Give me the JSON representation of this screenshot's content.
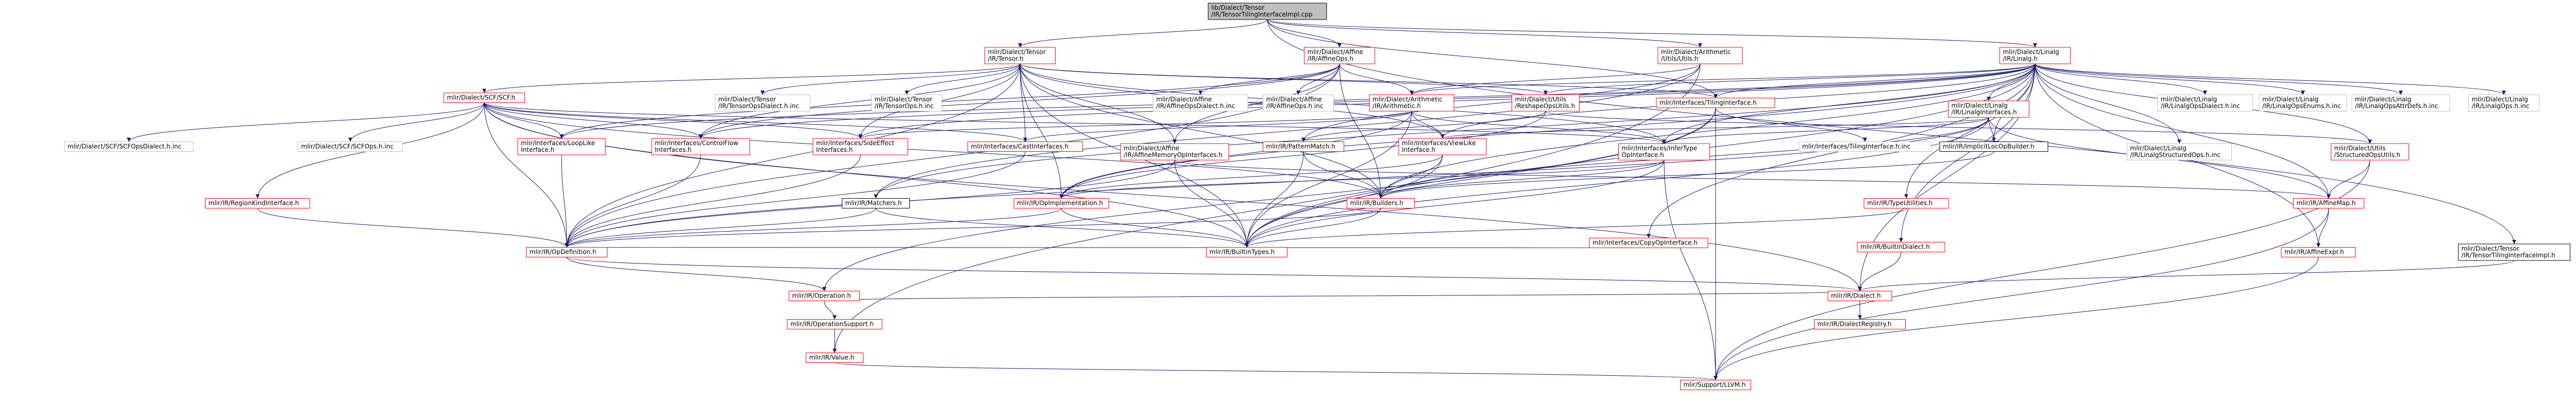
{
  "colors": {
    "edge": "#191970",
    "root_fill": "#bfbfbf",
    "linked_border": "#ff0000",
    "plain_border": "#bfbfbf",
    "text": "#000000"
  },
  "nodes": [
    {
      "id": "root",
      "label": [
        "lib/Dialect/Tensor",
        "/IR/TensorTilingInterfaceImpl.cpp"
      ],
      "style": "root"
    },
    {
      "id": "tensor",
      "label": [
        "mlir/Dialect/Tensor",
        "/IR/Tensor.h"
      ],
      "style": "red"
    },
    {
      "id": "affineops",
      "label": [
        "mlir/Dialect/Affine",
        "/IR/AffineOps.h"
      ],
      "style": "red"
    },
    {
      "id": "arithutils",
      "label": [
        "mlir/Dialect/Arithmetic",
        "/Utils/Utils.h"
      ],
      "style": "red"
    },
    {
      "id": "linalg",
      "label": [
        "mlir/Dialect/Linalg",
        "/IR/Linalg.h"
      ],
      "style": "red"
    },
    {
      "id": "scf",
      "label": [
        "mlir/Dialect/SCF/SCF.h"
      ],
      "style": "red"
    },
    {
      "id": "tensoropsdialect",
      "label": [
        "mlir/Dialect/Tensor",
        "/IR/TensorOpsDialect.h.inc"
      ],
      "style": "plain"
    },
    {
      "id": "tensorops",
      "label": [
        "mlir/Dialect/Tensor",
        "/IR/TensorOps.h.inc"
      ],
      "style": "plain"
    },
    {
      "id": "affineopsdialect",
      "label": [
        "mlir/Dialect/Affine",
        "/IR/AffineOpsDialect.h.inc"
      ],
      "style": "plain"
    },
    {
      "id": "affineopsinc",
      "label": [
        "mlir/Dialect/Affine",
        "/IR/AffineOps.h.inc"
      ],
      "style": "plain"
    },
    {
      "id": "arith",
      "label": [
        "mlir/Dialect/Arithmetic",
        "/IR/Arithmetic.h"
      ],
      "style": "red"
    },
    {
      "id": "reshapeutils",
      "label": [
        "mlir/Dialect/Utils",
        "/ReshapeOpsUtils.h"
      ],
      "style": "red"
    },
    {
      "id": "tiling",
      "label": [
        "mlir/Interfaces/TilingInterface.h"
      ],
      "style": "red"
    },
    {
      "id": "linalginterfaces",
      "label": [
        "mlir/Dialect/Linalg",
        "/IR/LinalgInterfaces.h"
      ],
      "style": "red"
    },
    {
      "id": "linalgopsdialect",
      "label": [
        "mlir/Dialect/Linalg",
        "/IR/LinalgOpsDialect.h.inc"
      ],
      "style": "plain"
    },
    {
      "id": "linalgopsenums",
      "label": [
        "mlir/Dialect/Linalg",
        "/IR/LinalgOpsEnums.h.inc"
      ],
      "style": "plain"
    },
    {
      "id": "linalgattrdefs",
      "label": [
        "mlir/Dialect/Linalg",
        "/IR/LinalgOpsAttrDefs.h.inc"
      ],
      "style": "plain"
    },
    {
      "id": "linalgopsinc",
      "label": [
        "mlir/Dialect/Linalg",
        "/IR/LinalgOps.h.inc"
      ],
      "style": "plain"
    },
    {
      "id": "scfopsdialect",
      "label": [
        "mlir/Dialect/SCF/SCFOpsDialect.h.inc"
      ],
      "style": "plain"
    },
    {
      "id": "scfopsinc",
      "label": [
        "mlir/Dialect/SCF/SCFOps.h.inc"
      ],
      "style": "plain"
    },
    {
      "id": "looplike",
      "label": [
        "mlir/Interfaces/LoopLike",
        "Interface.h"
      ],
      "style": "red"
    },
    {
      "id": "controlflow",
      "label": [
        "mlir/Interfaces/ControlFlow",
        "Interfaces.h"
      ],
      "style": "red"
    },
    {
      "id": "sideeffect",
      "label": [
        "mlir/Interfaces/SideEffect",
        "Interfaces.h"
      ],
      "style": "red"
    },
    {
      "id": "castinterfaces",
      "label": [
        "mlir/Interfaces/CastInterfaces.h"
      ],
      "style": "red"
    },
    {
      "id": "affinememory",
      "label": [
        "mlir/Dialect/Affine",
        "/IR/AffineMemoryOpInterfaces.h"
      ],
      "style": "red"
    },
    {
      "id": "patternmatch",
      "label": [
        "mlir/IR/PatternMatch.h"
      ],
      "style": "red"
    },
    {
      "id": "viewlike",
      "label": [
        "mlir/Interfaces/ViewLike",
        "Interface.h"
      ],
      "style": "red"
    },
    {
      "id": "infertype",
      "label": [
        "mlir/Interfaces/InferType",
        "OpInterface.h"
      ],
      "style": "red"
    },
    {
      "id": "tilinginc",
      "label": [
        "mlir/Interfaces/TilingInterface.h.inc"
      ],
      "style": "plain"
    },
    {
      "id": "implicitloc",
      "label": [
        "mlir/IR/ImplicitLocOpBuilder.h"
      ],
      "style": "blk"
    },
    {
      "id": "linalgstructuredops",
      "label": [
        "mlir/Dialect/Linalg",
        "/IR/LinalgStructuredOps.h.inc"
      ],
      "style": "plain"
    },
    {
      "id": "structuredoputils",
      "label": [
        "mlir/Dialect/Utils",
        "/StructuredOpsUtils.h"
      ],
      "style": "red"
    },
    {
      "id": "regionkind",
      "label": [
        "mlir/IR/RegionKindInterface.h"
      ],
      "style": "red"
    },
    {
      "id": "matchers",
      "label": [
        "mlir/IR/Matchers.h"
      ],
      "style": "blk"
    },
    {
      "id": "opimpl",
      "label": [
        "mlir/IR/OpImplementation.h"
      ],
      "style": "red"
    },
    {
      "id": "builders",
      "label": [
        "mlir/IR/Builders.h"
      ],
      "style": "red"
    },
    {
      "id": "copyop",
      "label": [
        "mlir/Interfaces/CopyOpInterface.h"
      ],
      "style": "red"
    },
    {
      "id": "typeutilities",
      "label": [
        "mlir/IR/TypeUtilities.h"
      ],
      "style": "red"
    },
    {
      "id": "affinemap",
      "label": [
        "mlir/IR/AffineMap.h"
      ],
      "style": "red"
    },
    {
      "id": "tilingimplh",
      "label": [
        "mlir/Dialect/Tensor",
        "/IR/TensorTilingInterfaceImpl.h"
      ],
      "style": "blk"
    },
    {
      "id": "opdef",
      "label": [
        "mlir/IR/OpDefinition.h"
      ],
      "style": "red"
    },
    {
      "id": "builtintypes",
      "label": [
        "mlir/IR/BuiltinTypes.h"
      ],
      "style": "red"
    },
    {
      "id": "builtindialect",
      "label": [
        "mlir/IR/BuiltinDialect.h"
      ],
      "style": "red"
    },
    {
      "id": "affineexpr",
      "label": [
        "mlir/IR/AffineExpr.h"
      ],
      "style": "red"
    },
    {
      "id": "operation",
      "label": [
        "mlir/IR/Operation.h"
      ],
      "style": "red"
    },
    {
      "id": "dialect",
      "label": [
        "mlir/IR/Dialect.h"
      ],
      "style": "red"
    },
    {
      "id": "opsupport",
      "label": [
        "mlir/IR/OperationSupport.h"
      ],
      "style": "red"
    },
    {
      "id": "registry",
      "label": [
        "mlir/IR/DialectRegistry.h"
      ],
      "style": "red"
    },
    {
      "id": "value",
      "label": [
        "mlir/IR/Value.h"
      ],
      "style": "red"
    },
    {
      "id": "llvm",
      "label": [
        "mlir/Support/LLVM.h"
      ],
      "style": "red"
    }
  ],
  "edges": [
    [
      "root",
      "tensor"
    ],
    [
      "root",
      "affineops"
    ],
    [
      "root",
      "arithutils"
    ],
    [
      "root",
      "linalg"
    ],
    [
      "root",
      "tiling"
    ],
    [
      "root",
      "tilingimplh"
    ],
    [
      "tensor",
      "scf"
    ],
    [
      "tensor",
      "tensoropsdialect"
    ],
    [
      "tensor",
      "tensorops"
    ],
    [
      "tensor",
      "controlflow"
    ],
    [
      "tensor",
      "sideeffect"
    ],
    [
      "tensor",
      "castinterfaces"
    ],
    [
      "tensor",
      "viewlike"
    ],
    [
      "tensor",
      "infertype"
    ],
    [
      "tensor",
      "tiling"
    ],
    [
      "tensor",
      "opimpl"
    ],
    [
      "tensor",
      "builders"
    ],
    [
      "tensor",
      "builtintypes"
    ],
    [
      "tensor",
      "opdef"
    ],
    [
      "tensor",
      "reshapeutils"
    ],
    [
      "tensor",
      "affinememory"
    ],
    [
      "affineops",
      "affineopsdialect"
    ],
    [
      "affineops",
      "affineopsinc"
    ],
    [
      "affineops",
      "arith"
    ],
    [
      "affineops",
      "affinememory"
    ],
    [
      "affineops",
      "controlflow"
    ],
    [
      "affineops",
      "looplike"
    ],
    [
      "affineops",
      "builders"
    ],
    [
      "affineops",
      "opdef"
    ],
    [
      "arithutils",
      "arith"
    ],
    [
      "arithutils",
      "patternmatch"
    ],
    [
      "arithutils",
      "value"
    ],
    [
      "arithutils",
      "matchers"
    ],
    [
      "linalg",
      "arith"
    ],
    [
      "linalg",
      "reshapeutils"
    ],
    [
      "linalg",
      "tiling"
    ],
    [
      "linalg",
      "linalginterfaces"
    ],
    [
      "linalg",
      "linalgopsdialect"
    ],
    [
      "linalg",
      "linalgopsenums"
    ],
    [
      "linalg",
      "linalgattrdefs"
    ],
    [
      "linalg",
      "linalgopsinc"
    ],
    [
      "linalg",
      "linalgstructuredops"
    ],
    [
      "linalg",
      "structuredoputils"
    ],
    [
      "linalg",
      "implicitloc"
    ],
    [
      "linalg",
      "copyop"
    ],
    [
      "linalg",
      "typeutilities"
    ],
    [
      "linalg",
      "affinemap"
    ],
    [
      "linalg",
      "viewlike"
    ],
    [
      "linalg",
      "infertype"
    ],
    [
      "linalg",
      "controlflow"
    ],
    [
      "linalg",
      "sideeffect"
    ],
    [
      "linalg",
      "looplike"
    ],
    [
      "linalg",
      "builtintypes"
    ],
    [
      "linalg",
      "builders"
    ],
    [
      "linalg",
      "opimpl"
    ],
    [
      "linalg",
      "matchers"
    ],
    [
      "linalg",
      "dialect"
    ],
    [
      "linalg",
      "builtindialect"
    ],
    [
      "linalg",
      "affineexpr"
    ],
    [
      "scf",
      "scfopsdialect"
    ],
    [
      "scf",
      "scfopsinc"
    ],
    [
      "scf",
      "looplike"
    ],
    [
      "scf",
      "controlflow"
    ],
    [
      "scf",
      "sideeffect"
    ],
    [
      "scf",
      "regionkind"
    ],
    [
      "scf",
      "builders"
    ],
    [
      "scf",
      "builtintypes"
    ],
    [
      "scf",
      "opdef"
    ],
    [
      "scf",
      "castinterfaces"
    ],
    [
      "scf",
      "infertype"
    ],
    [
      "scf",
      "dialect"
    ],
    [
      "arith",
      "castinterfaces"
    ],
    [
      "arith",
      "infertype"
    ],
    [
      "arith",
      "sideeffect"
    ],
    [
      "arith",
      "viewlike"
    ],
    [
      "arith",
      "opimpl"
    ],
    [
      "arith",
      "builtintypes"
    ],
    [
      "reshapeutils",
      "patternmatch"
    ],
    [
      "reshapeutils",
      "opimpl"
    ],
    [
      "reshapeutils",
      "structuredoputils"
    ],
    [
      "tiling",
      "tilinginc"
    ],
    [
      "tiling",
      "builtintypes"
    ],
    [
      "tiling",
      "operation"
    ],
    [
      "tiling",
      "llvm"
    ],
    [
      "linalginterfaces",
      "builtintypes"
    ],
    [
      "linalginterfaces",
      "implicitloc"
    ],
    [
      "linalginterfaces",
      "affinemap"
    ],
    [
      "linalginterfaces",
      "viewlike"
    ],
    [
      "linalginterfaces",
      "infertype"
    ],
    [
      "linalginterfaces",
      "opdef"
    ],
    [
      "linalginterfaces",
      "builders"
    ],
    [
      "looplike",
      "opdef"
    ],
    [
      "controlflow",
      "opdef"
    ],
    [
      "sideeffect",
      "opdef"
    ],
    [
      "castinterfaces",
      "opdef"
    ],
    [
      "affinememory",
      "opdef"
    ],
    [
      "affinememory",
      "builtintypes"
    ],
    [
      "affinememory",
      "affinemap"
    ],
    [
      "patternmatch",
      "builders"
    ],
    [
      "patternmatch",
      "builtintypes"
    ],
    [
      "viewlike",
      "builders"
    ],
    [
      "viewlike",
      "builtintypes"
    ],
    [
      "viewlike",
      "opimpl"
    ],
    [
      "infertype",
      "builders"
    ],
    [
      "infertype",
      "builtintypes"
    ],
    [
      "infertype",
      "opimpl"
    ],
    [
      "infertype",
      "llvm"
    ],
    [
      "implicitloc",
      "builders"
    ],
    [
      "structuredoputils",
      "affinemap"
    ],
    [
      "structuredoputils",
      "llvm"
    ],
    [
      "regionkind",
      "opdef"
    ],
    [
      "matchers",
      "builtintypes"
    ],
    [
      "matchers",
      "opdef"
    ],
    [
      "opimpl",
      "opdef"
    ],
    [
      "opimpl",
      "builtintypes"
    ],
    [
      "builders",
      "opdef"
    ],
    [
      "builders",
      "builtintypes"
    ],
    [
      "copyop",
      "opdef"
    ],
    [
      "typeutilities",
      "builtintypes"
    ],
    [
      "affinemap",
      "affineexpr"
    ],
    [
      "affinemap",
      "llvm"
    ],
    [
      "tilingimplh",
      "dialect"
    ],
    [
      "opdef",
      "operation"
    ],
    [
      "opdef",
      "dialect"
    ],
    [
      "builtindialect",
      "dialect"
    ],
    [
      "affineexpr",
      "llvm"
    ],
    [
      "operation",
      "opsupport"
    ],
    [
      "operation",
      "dialect"
    ],
    [
      "dialect",
      "registry"
    ],
    [
      "opsupport",
      "value"
    ],
    [
      "value",
      "llvm"
    ]
  ]
}
